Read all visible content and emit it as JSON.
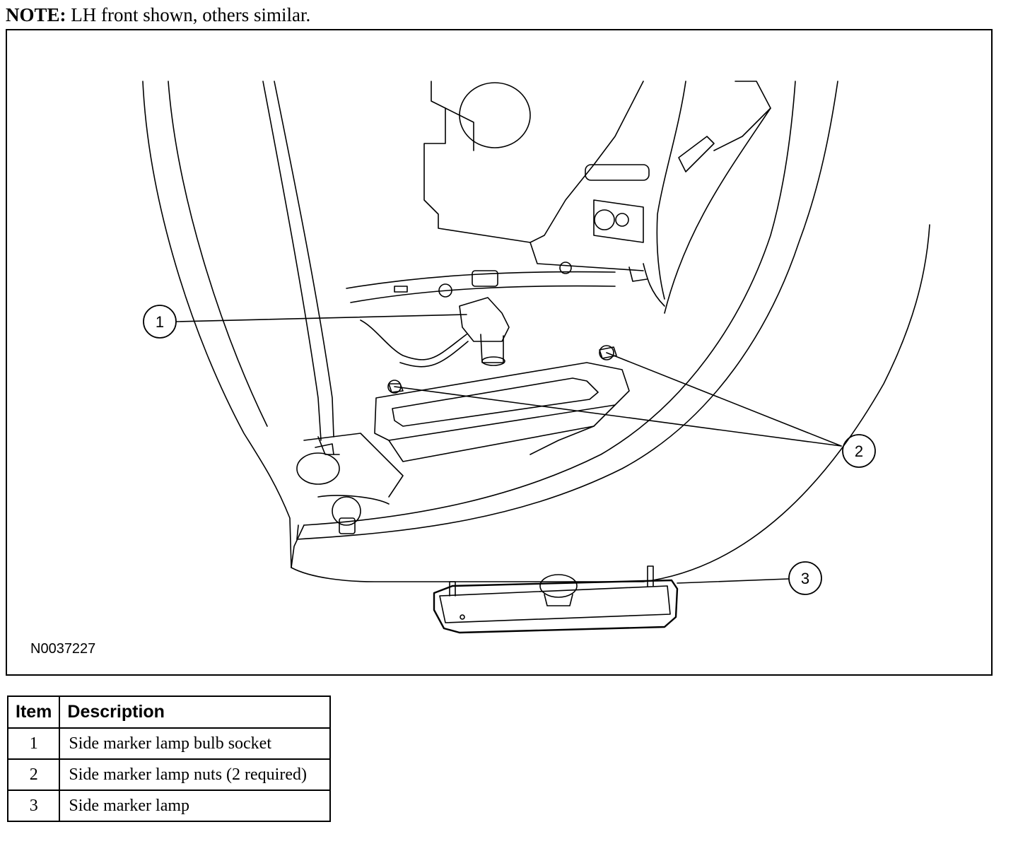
{
  "note": {
    "label": "NOTE:",
    "text": "LH front shown, others similar."
  },
  "figure": {
    "id": "N0037227",
    "callouts": [
      "1",
      "2",
      "3"
    ]
  },
  "legend": {
    "headers": {
      "item": "Item",
      "description": "Description"
    },
    "rows": [
      {
        "item": "1",
        "description": "Side marker lamp bulb socket"
      },
      {
        "item": "2",
        "description": "Side marker lamp nuts (2 required)"
      },
      {
        "item": "3",
        "description": "Side marker lamp"
      }
    ]
  }
}
